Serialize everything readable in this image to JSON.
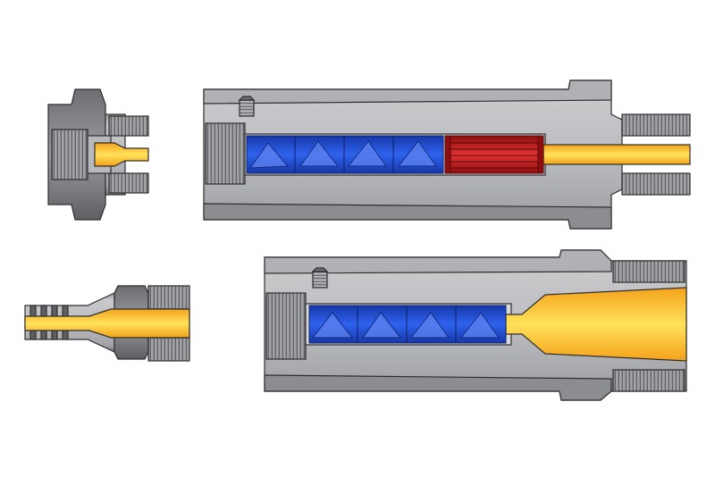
{
  "colors": {
    "background": "#ffffff",
    "steel_light": "#c9c9cc",
    "steel_mid": "#a6a7ab",
    "steel_dark": "#7b7c80",
    "steel_darker": "#5e5f63",
    "outline": "#2e2e30",
    "bore_yellow": "#ffe04a",
    "bore_orange": "#f4a21a",
    "mixer_blue": "#1e4fd8",
    "mixer_blue_light": "#6f8ff0",
    "filter_red": "#d42020",
    "filter_red_dark": "#8e0f0f"
  },
  "parts": [
    {
      "name": "inlet-fitting-top",
      "icon": "threaded-fitting-icon"
    },
    {
      "name": "mixer-housing-top",
      "icon": "housing-with-filter-icon",
      "mixer_elements": 4,
      "has_filter": true
    },
    {
      "name": "hose-barb-fitting-bottom",
      "icon": "hose-barb-icon"
    },
    {
      "name": "mixer-housing-bottom",
      "icon": "housing-with-cone-icon",
      "mixer_elements": 4,
      "has_filter": false
    }
  ]
}
